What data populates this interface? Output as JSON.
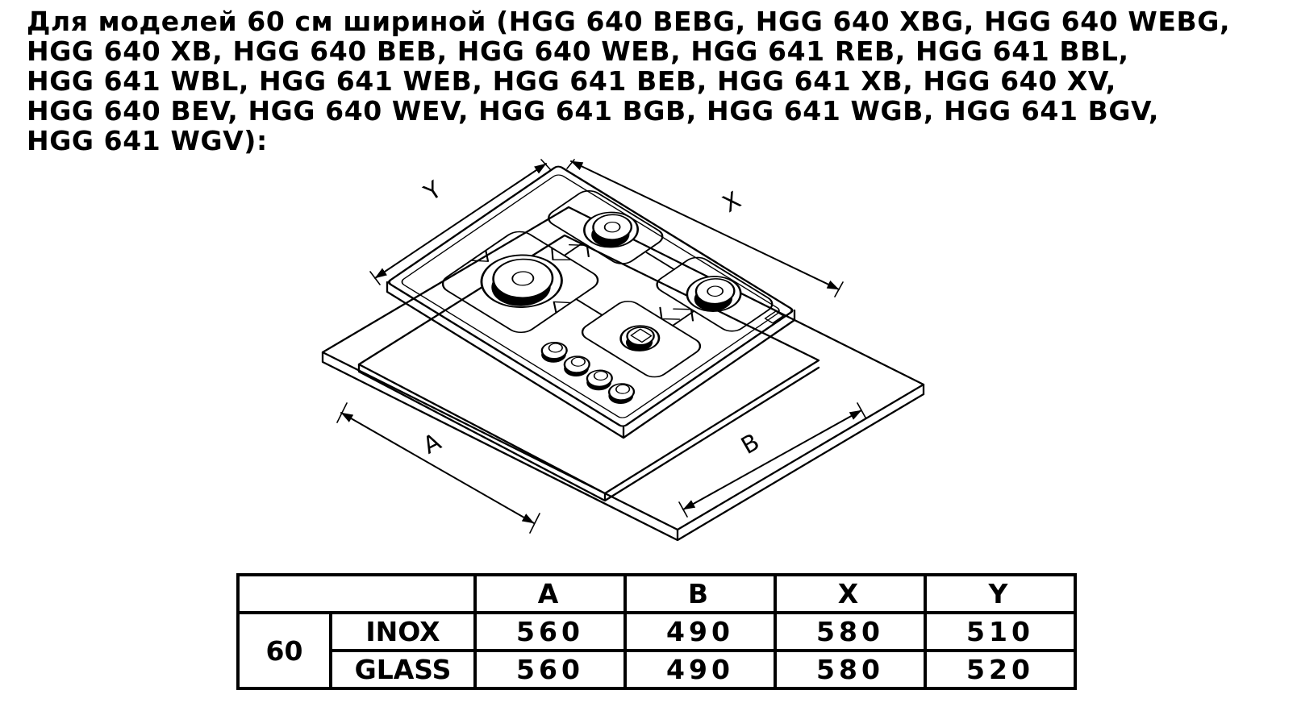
{
  "heading": {
    "lines": [
      "Для моделей 60 см шириной (HGG 640 BEBG, HGG 640 XBG, HGG 640 WEBG,",
      "HGG 640 XB, HGG 640 BEB, HGG 640 WEB, HGG 641 REB, HGG 641 BBL,",
      "HGG 641 WBL, HGG 641 WEB, HGG 641 BEB, HGG 641 XB, HGG 640 XV,",
      "HGG 640 BEV, HGG 640 WEV, HGG 641 BGB, HGG 641 WGB, HGG 641 BGV,",
      "HGG 641 WGV):"
    ]
  },
  "diagram": {
    "description": "isometric drawing of 4-burner gas hob above worktop cutout",
    "dim_labels": {
      "y": "Y",
      "x": "X",
      "a": "A",
      "b": "B"
    }
  },
  "spec_table": {
    "headers": [
      "A",
      "B",
      "X",
      "Y"
    ],
    "size_label": "60",
    "rows": [
      {
        "finish": "INOX",
        "values": [
          "560",
          "490",
          "580",
          "510"
        ]
      },
      {
        "finish": "GLASS",
        "values": [
          "560",
          "490",
          "580",
          "520"
        ]
      }
    ]
  },
  "colors": {
    "ink": "#000000",
    "background": "#ffffff"
  }
}
